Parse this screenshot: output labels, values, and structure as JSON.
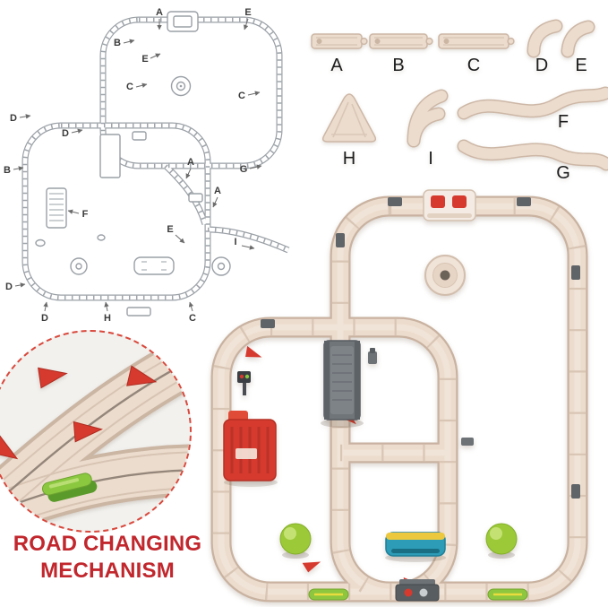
{
  "caption": {
    "line1": "ROAD CHANGING",
    "line2": "MECHANISM"
  },
  "legend": {
    "row1": [
      {
        "label": "A"
      },
      {
        "label": "B"
      },
      {
        "label": "C"
      },
      {
        "label": "D"
      },
      {
        "label": "E"
      }
    ],
    "row2": [
      {
        "label": "H"
      },
      {
        "label": "I"
      },
      {
        "label": "F"
      }
    ],
    "row3": [
      {
        "label": "G"
      }
    ]
  },
  "diagram": {
    "callouts": [
      "A",
      "E",
      "B",
      "C",
      "E",
      "C",
      "D",
      "D",
      "B",
      "A",
      "G",
      "A",
      "F",
      "E",
      "I",
      "D",
      "D",
      "H",
      "C"
    ]
  },
  "colors": {
    "track_fill": "#ecdccd",
    "track_edge": "#cdb7a6",
    "diagram_line": "#9aa0a6",
    "accent_red": "#d63a2e",
    "caption_red": "#c1272d",
    "tree_green": "#9cc938",
    "lever_green": "#8bc840",
    "station_teal": "#2c9cb7",
    "metal_gray": "#5f6468"
  }
}
